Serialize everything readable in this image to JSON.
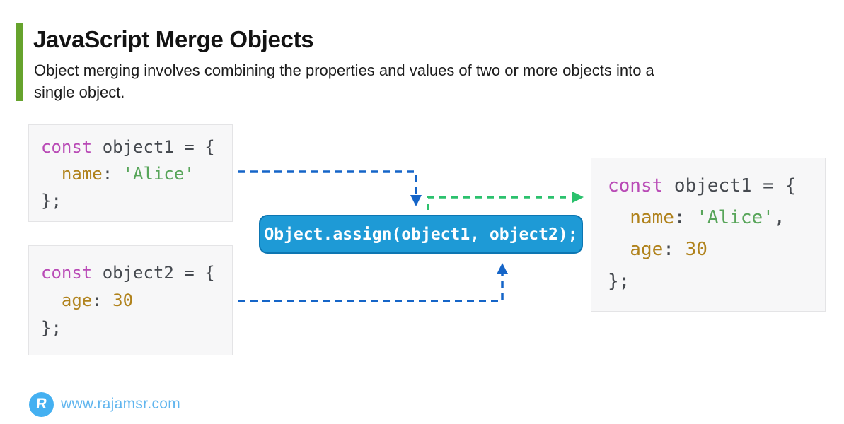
{
  "header": {
    "title": "JavaScript Merge Objects",
    "subtitle_line1": "Object merging involves combining the properties and values of two or more objects into a",
    "subtitle_line2": "single object."
  },
  "code_boxes": {
    "object1": {
      "l1_keyword": "const",
      "l1_rest": " object1 = {",
      "l2_property": "name",
      "l2_colon": ": ",
      "l2_string": "'Alice'",
      "l3_close": "};"
    },
    "object2": {
      "l1_keyword": "const",
      "l1_rest": " object2 = {",
      "l2_property": "age",
      "l2_colon": ": ",
      "l2_number": "30",
      "l3_close": "};"
    },
    "merged": {
      "l1_keyword": "const",
      "l1_rest": " object1 = {",
      "l2_property": "name",
      "l2_colon": ": ",
      "l2_string": "'Alice'",
      "l2_comma": ",",
      "l3_property": "age",
      "l3_colon": ": ",
      "l3_number": "30",
      "l4_close": "};"
    }
  },
  "assign_box": {
    "code": "Object.assign(object1, object2);"
  },
  "footer": {
    "website": "www.rajamsr.com",
    "logo_letter": "R"
  },
  "colors": {
    "accent_green": "#66a32d",
    "assign_box_blue": "#1e9ad6",
    "assign_box_border": "#0d76b2",
    "arrow_blue": "#1565c8",
    "arrow_green": "#2bc16d",
    "code_keyword": "#b94ab6",
    "code_property": "#b0821c",
    "code_string": "#58a55a",
    "code_number": "#b0821c",
    "code_plain": "#45494f",
    "code_box_bg": "#f7f7f8",
    "code_box_border": "#e4e4e6",
    "logo_blue": "#44b0f1",
    "website_text": "#60b5ee"
  }
}
